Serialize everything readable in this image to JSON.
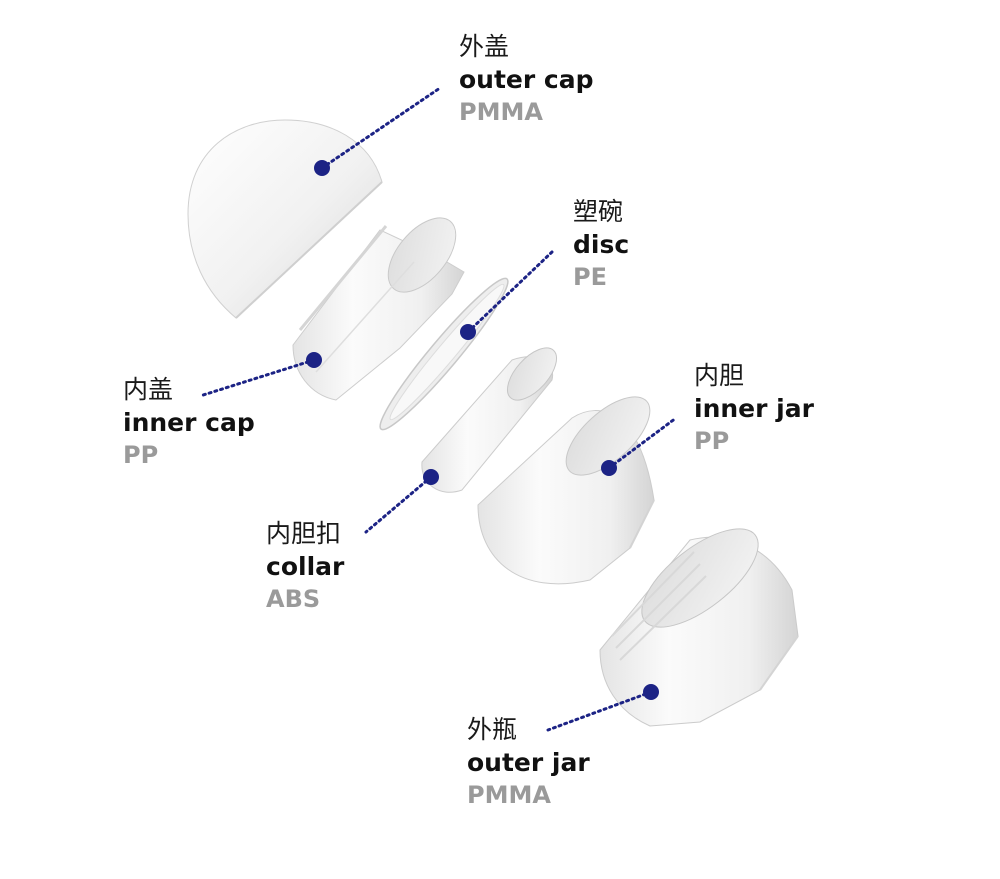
{
  "colors": {
    "dot": "#1c2385",
    "leader": "#1c2385",
    "part_fill": "#f2f2f2",
    "part_shade": "#d8d8d8",
    "part_edge": "#c4c4c4",
    "label_cn": "#1a1a1a",
    "label_en": "#111111",
    "label_material": "#9a9a9a"
  },
  "parts": [
    {
      "id": "outer-cap",
      "cn": "外盖",
      "en": "outer cap",
      "material": "PMMA"
    },
    {
      "id": "disc",
      "cn": "塑碗",
      "en": "disc",
      "material": "PE"
    },
    {
      "id": "inner-cap",
      "cn": "内盖",
      "en": "inner cap",
      "material": "PP"
    },
    {
      "id": "inner-jar",
      "cn": "内胆",
      "en": "inner jar",
      "material": "PP"
    },
    {
      "id": "collar",
      "cn": "内胆扣",
      "en": "collar",
      "material": "ABS"
    },
    {
      "id": "outer-jar",
      "cn": "外瓶",
      "en": "outer jar",
      "material": "PMMA"
    }
  ]
}
